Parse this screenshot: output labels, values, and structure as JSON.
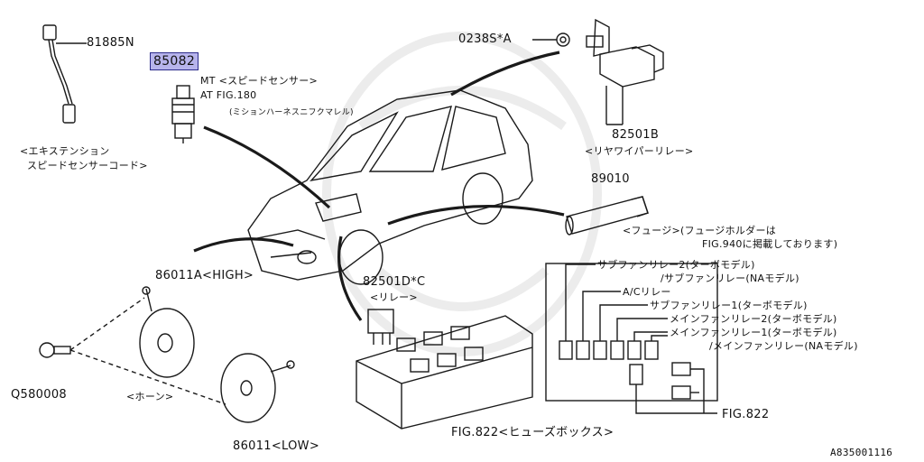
{
  "diagram_id": "A835001116",
  "parts": {
    "ext_code_number": "81885N",
    "ext_code_name_1": "<エキステンション",
    "ext_code_name_2": "スピードセンサーコード>",
    "sensor_number": "85082",
    "sensor_mt": "MT <スピードセンサー>",
    "sensor_at": "AT FIG.180",
    "sensor_at_note": "(ミションハーネスニフクマレル)",
    "wiper_bolt_number": "0238S*A",
    "wiper_relay_number": "82501B",
    "wiper_relay_name": "<リヤワイパーリレー>",
    "fuse_number": "89010",
    "fuse_note_1": "<フュージ>(フュージホルダーは",
    "fuse_note_2": "FIG.940に掲載しております)",
    "horn_high_number": "86011A<HIGH>",
    "horn_low_number": "86011<LOW>",
    "horn_name": "<ホーン>",
    "horn_bolt_number": "Q580008",
    "relay_number": "82501D*C",
    "relay_name": "<リレー>",
    "fuse_box_ref": "FIG.822<ヒューズボックス>",
    "relay_map_ref": "FIG.822"
  },
  "relay_map": {
    "labels": [
      "サブファンリレー2(ターボモデル)",
      "/サブファンリレー(NAモデル)",
      "A/Cリレー",
      "サブファンリレー1(ターボモデル)",
      "メインファンリレー2(ターボモデル)",
      "メインファンリレー1(ターボモデル)",
      "/メインファンリレー(NAモデル)"
    ]
  },
  "colors": {
    "line": "#1a1a1a",
    "highlight": "#b7b4ec",
    "watermark": "#ececec"
  }
}
